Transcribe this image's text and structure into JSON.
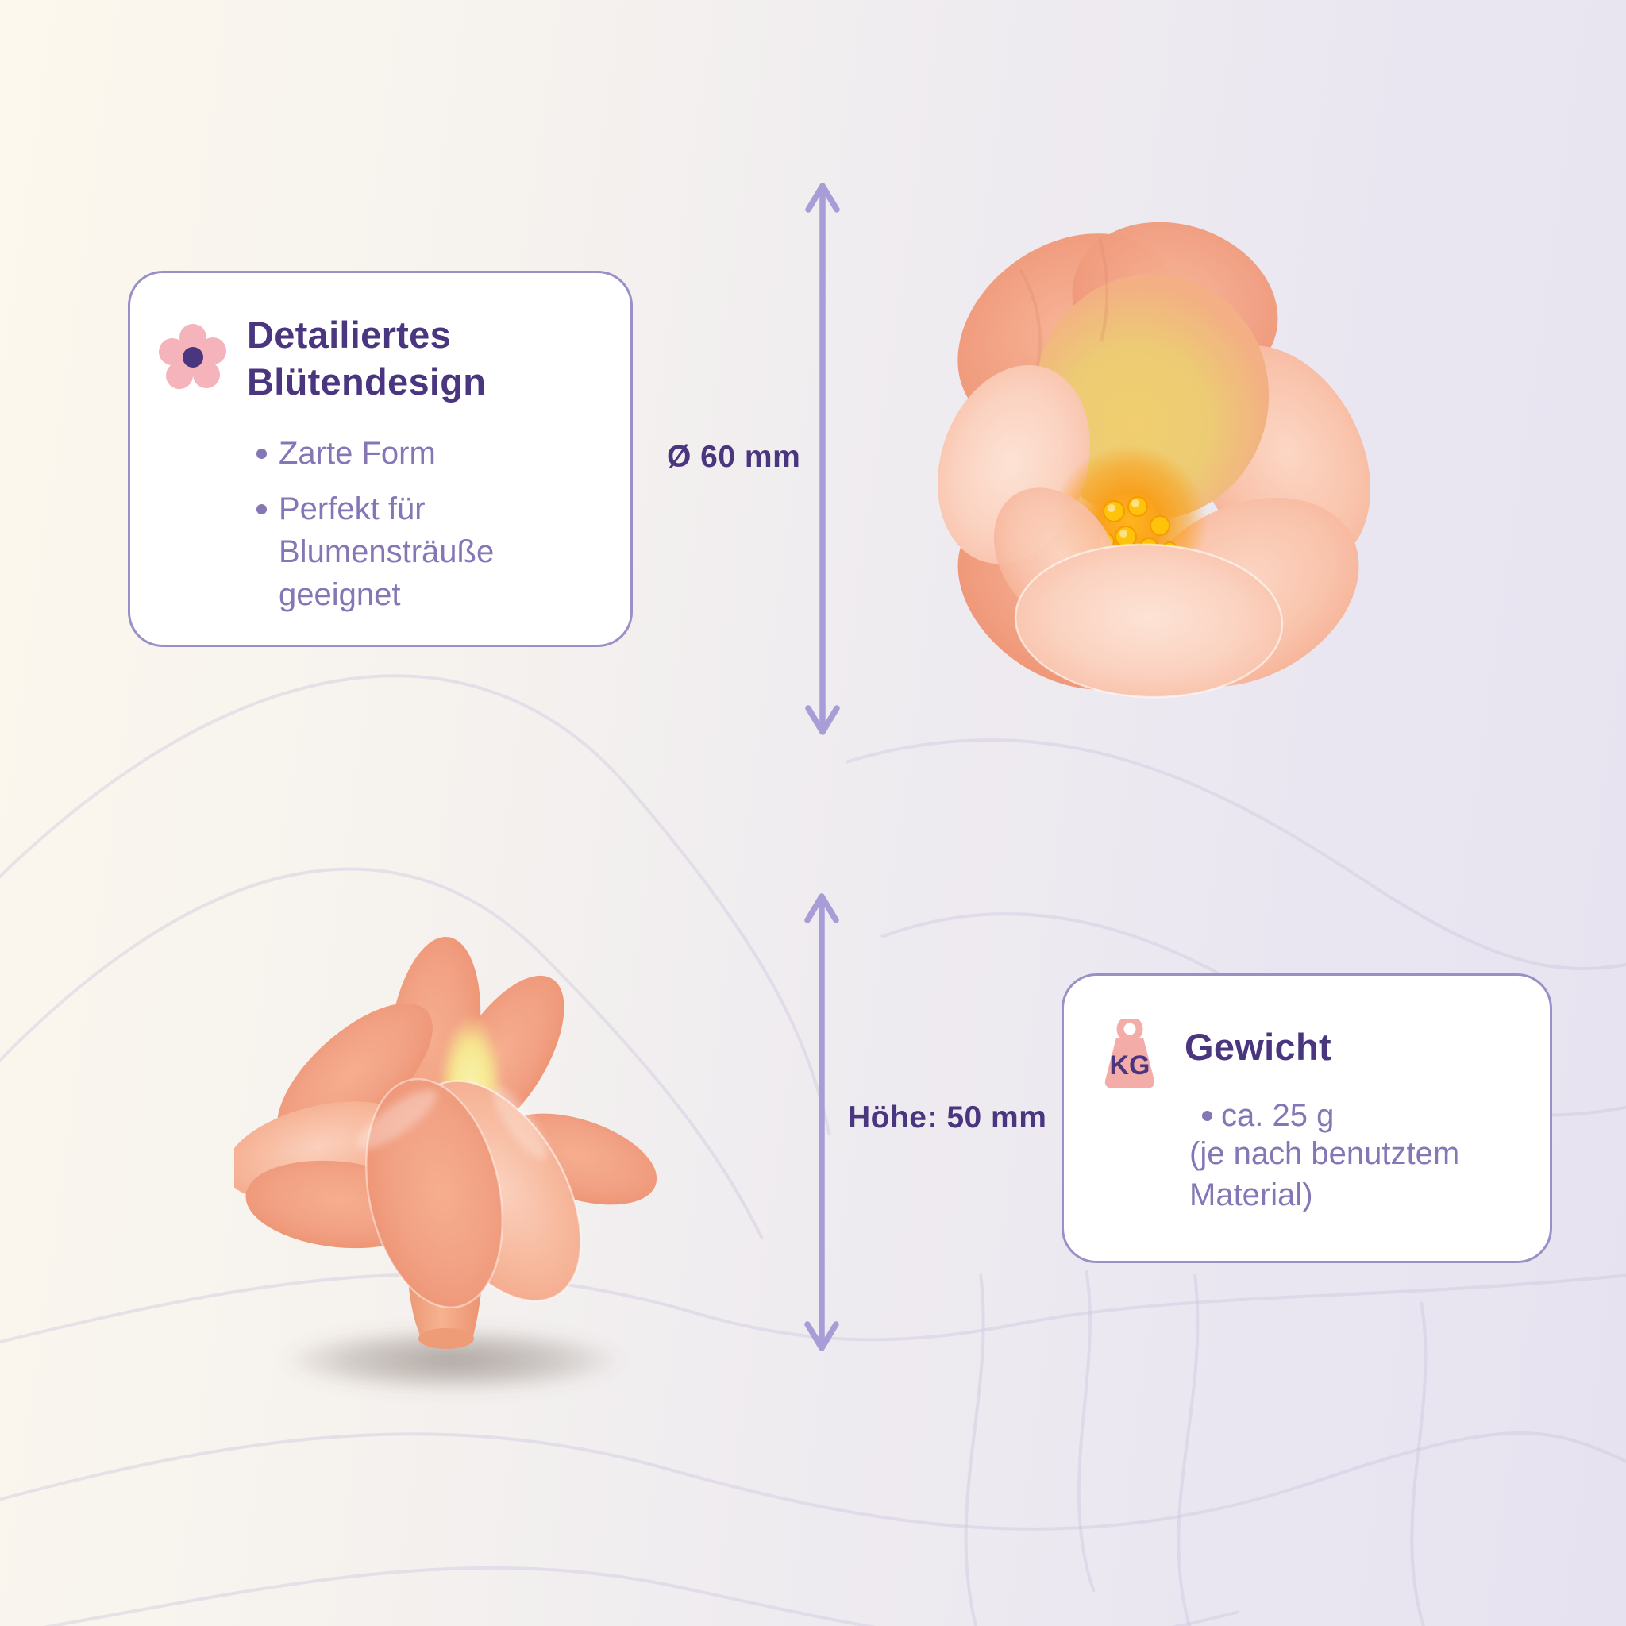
{
  "card_bluetendesign": {
    "title_line1": "Detailiertes",
    "title_line2": "Blütendesign",
    "bullets": [
      "Zarte Form",
      "Perfekt für Blumensträuße geeignet"
    ]
  },
  "dimension_diameter": {
    "label": "Ø 60 mm"
  },
  "dimension_height": {
    "label": "Höhe: 50 mm"
  },
  "card_gewicht": {
    "title": "Gewicht",
    "icon_text": "KG",
    "weight_value": "ca. 25 g",
    "weight_note": "(je nach benutztem Material)"
  },
  "icons": {
    "design_card": "flower-icon",
    "weight_card": "kg-weight-icon"
  },
  "colors": {
    "heading_purple": "#4A357F",
    "body_purple": "#8577B6",
    "card_border_lavender": "#9B8FC7",
    "arrow_lavender": "#A89DD6",
    "icon_pink": "#F5B3BB",
    "kg_icon_pink": "#F4ACA9",
    "flower_peach": "#F2A184",
    "flower_center_orange": "#F9A11E",
    "stamen_yellow": "#FFC30B",
    "background_left_cream": "#FCF8ED",
    "background_right_lavender": "#E6E2F0",
    "wave_line": "#CCC5DD"
  }
}
